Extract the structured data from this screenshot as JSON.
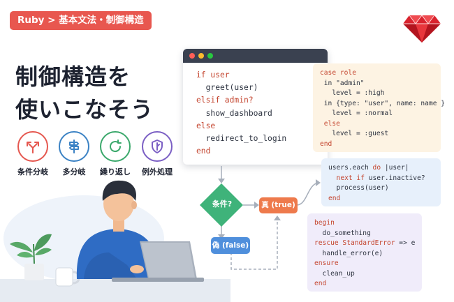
{
  "tag": {
    "label": "Ruby > 基本文法・制御構造"
  },
  "headline": {
    "line1": "制御構造を",
    "line2": "使いこなそう"
  },
  "categories": [
    {
      "label": "条件分岐",
      "icon": "split-arrows-icon",
      "color": "#e5574f"
    },
    {
      "label": "多分岐",
      "icon": "signpost-icon",
      "color": "#3b82c4"
    },
    {
      "label": "繰り返し",
      "icon": "loop-icon",
      "color": "#3aa86b"
    },
    {
      "label": "例外処理",
      "icon": "shield-icon",
      "color": "#7b5fc4"
    }
  ],
  "code_if": {
    "l1": "if user",
    "l2": "  greet(user)",
    "l3": "elsif admin?",
    "l4": "  show_dashboard",
    "l5": "else",
    "l6": "  redirect_to_login",
    "l7": "end"
  },
  "code_case": {
    "l1": "case role",
    "l2": " in \"admin\"",
    "l3": "   level = :high",
    "l4": " in {type: \"user\", name: name }",
    "l5": "   level = :normal",
    "l6": " else",
    "l7": "   level = :guest",
    "l8": "end"
  },
  "code_each": {
    "l1a": "users.each ",
    "l1b": "do",
    "l1c": " |user|",
    "l2a": "  next if",
    "l2b": " user.inactive?",
    "l3": "  process(user)",
    "l4": "end"
  },
  "code_begin": {
    "l1": "begin",
    "l2": "  do_something",
    "l3a": "rescue StandardError",
    "l3b": " => e",
    "l4": "  handle_error(e)",
    "l5": "ensure",
    "l6": "  clean_up",
    "l7": "end"
  },
  "flow": {
    "condition": "条件?",
    "true_label": "真 (true)",
    "false_label": "偽 (false)"
  },
  "colors": {
    "accent_red": "#e8574f",
    "flow_green": "#3fb37a",
    "flow_orange": "#ee7a4c",
    "flow_blue": "#4f8fdc"
  }
}
